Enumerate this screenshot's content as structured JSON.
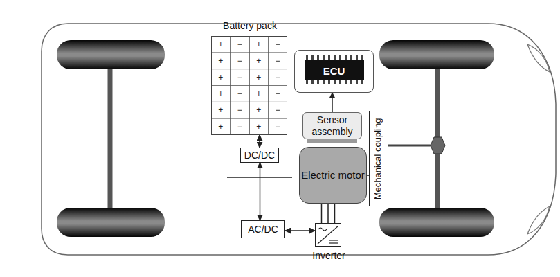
{
  "diagram": {
    "nodes": [
      {
        "text": [
          "Battery pack"
        ]
      },
      {
        "text": [
          "ECU"
        ]
      },
      {
        "text": [
          "Sensor assembly"
        ]
      },
      {
        "text": [
          "Electric motor"
        ]
      },
      {
        "text": [
          "Mechanical coupling"
        ]
      },
      {
        "text": [
          "DC/DC"
        ]
      },
      {
        "text": [
          "AC/DC"
        ]
      },
      {
        "text": [
          "Inverter"
        ]
      }
    ],
    "edges": [
      {
        "from": 0,
        "to": 5,
        "arrow": "both"
      },
      {
        "from": 5,
        "to": 6,
        "arrow": "both"
      },
      {
        "from": 6,
        "to": 7,
        "arrow": "both"
      },
      {
        "from": 3,
        "to": 7,
        "arrow": "none"
      },
      {
        "from": 2,
        "to": 1,
        "arrow": "to"
      },
      {
        "from": 3,
        "to": 4,
        "arrow": "none"
      }
    ],
    "labels": [
      "+",
      "−",
      "+",
      "−",
      "+",
      "−",
      "+",
      "−",
      "+",
      "−",
      "+",
      "−",
      "+",
      "−",
      "+",
      "−",
      "+",
      "−",
      "+",
      "−",
      "+",
      "−",
      "+",
      "−"
    ]
  }
}
